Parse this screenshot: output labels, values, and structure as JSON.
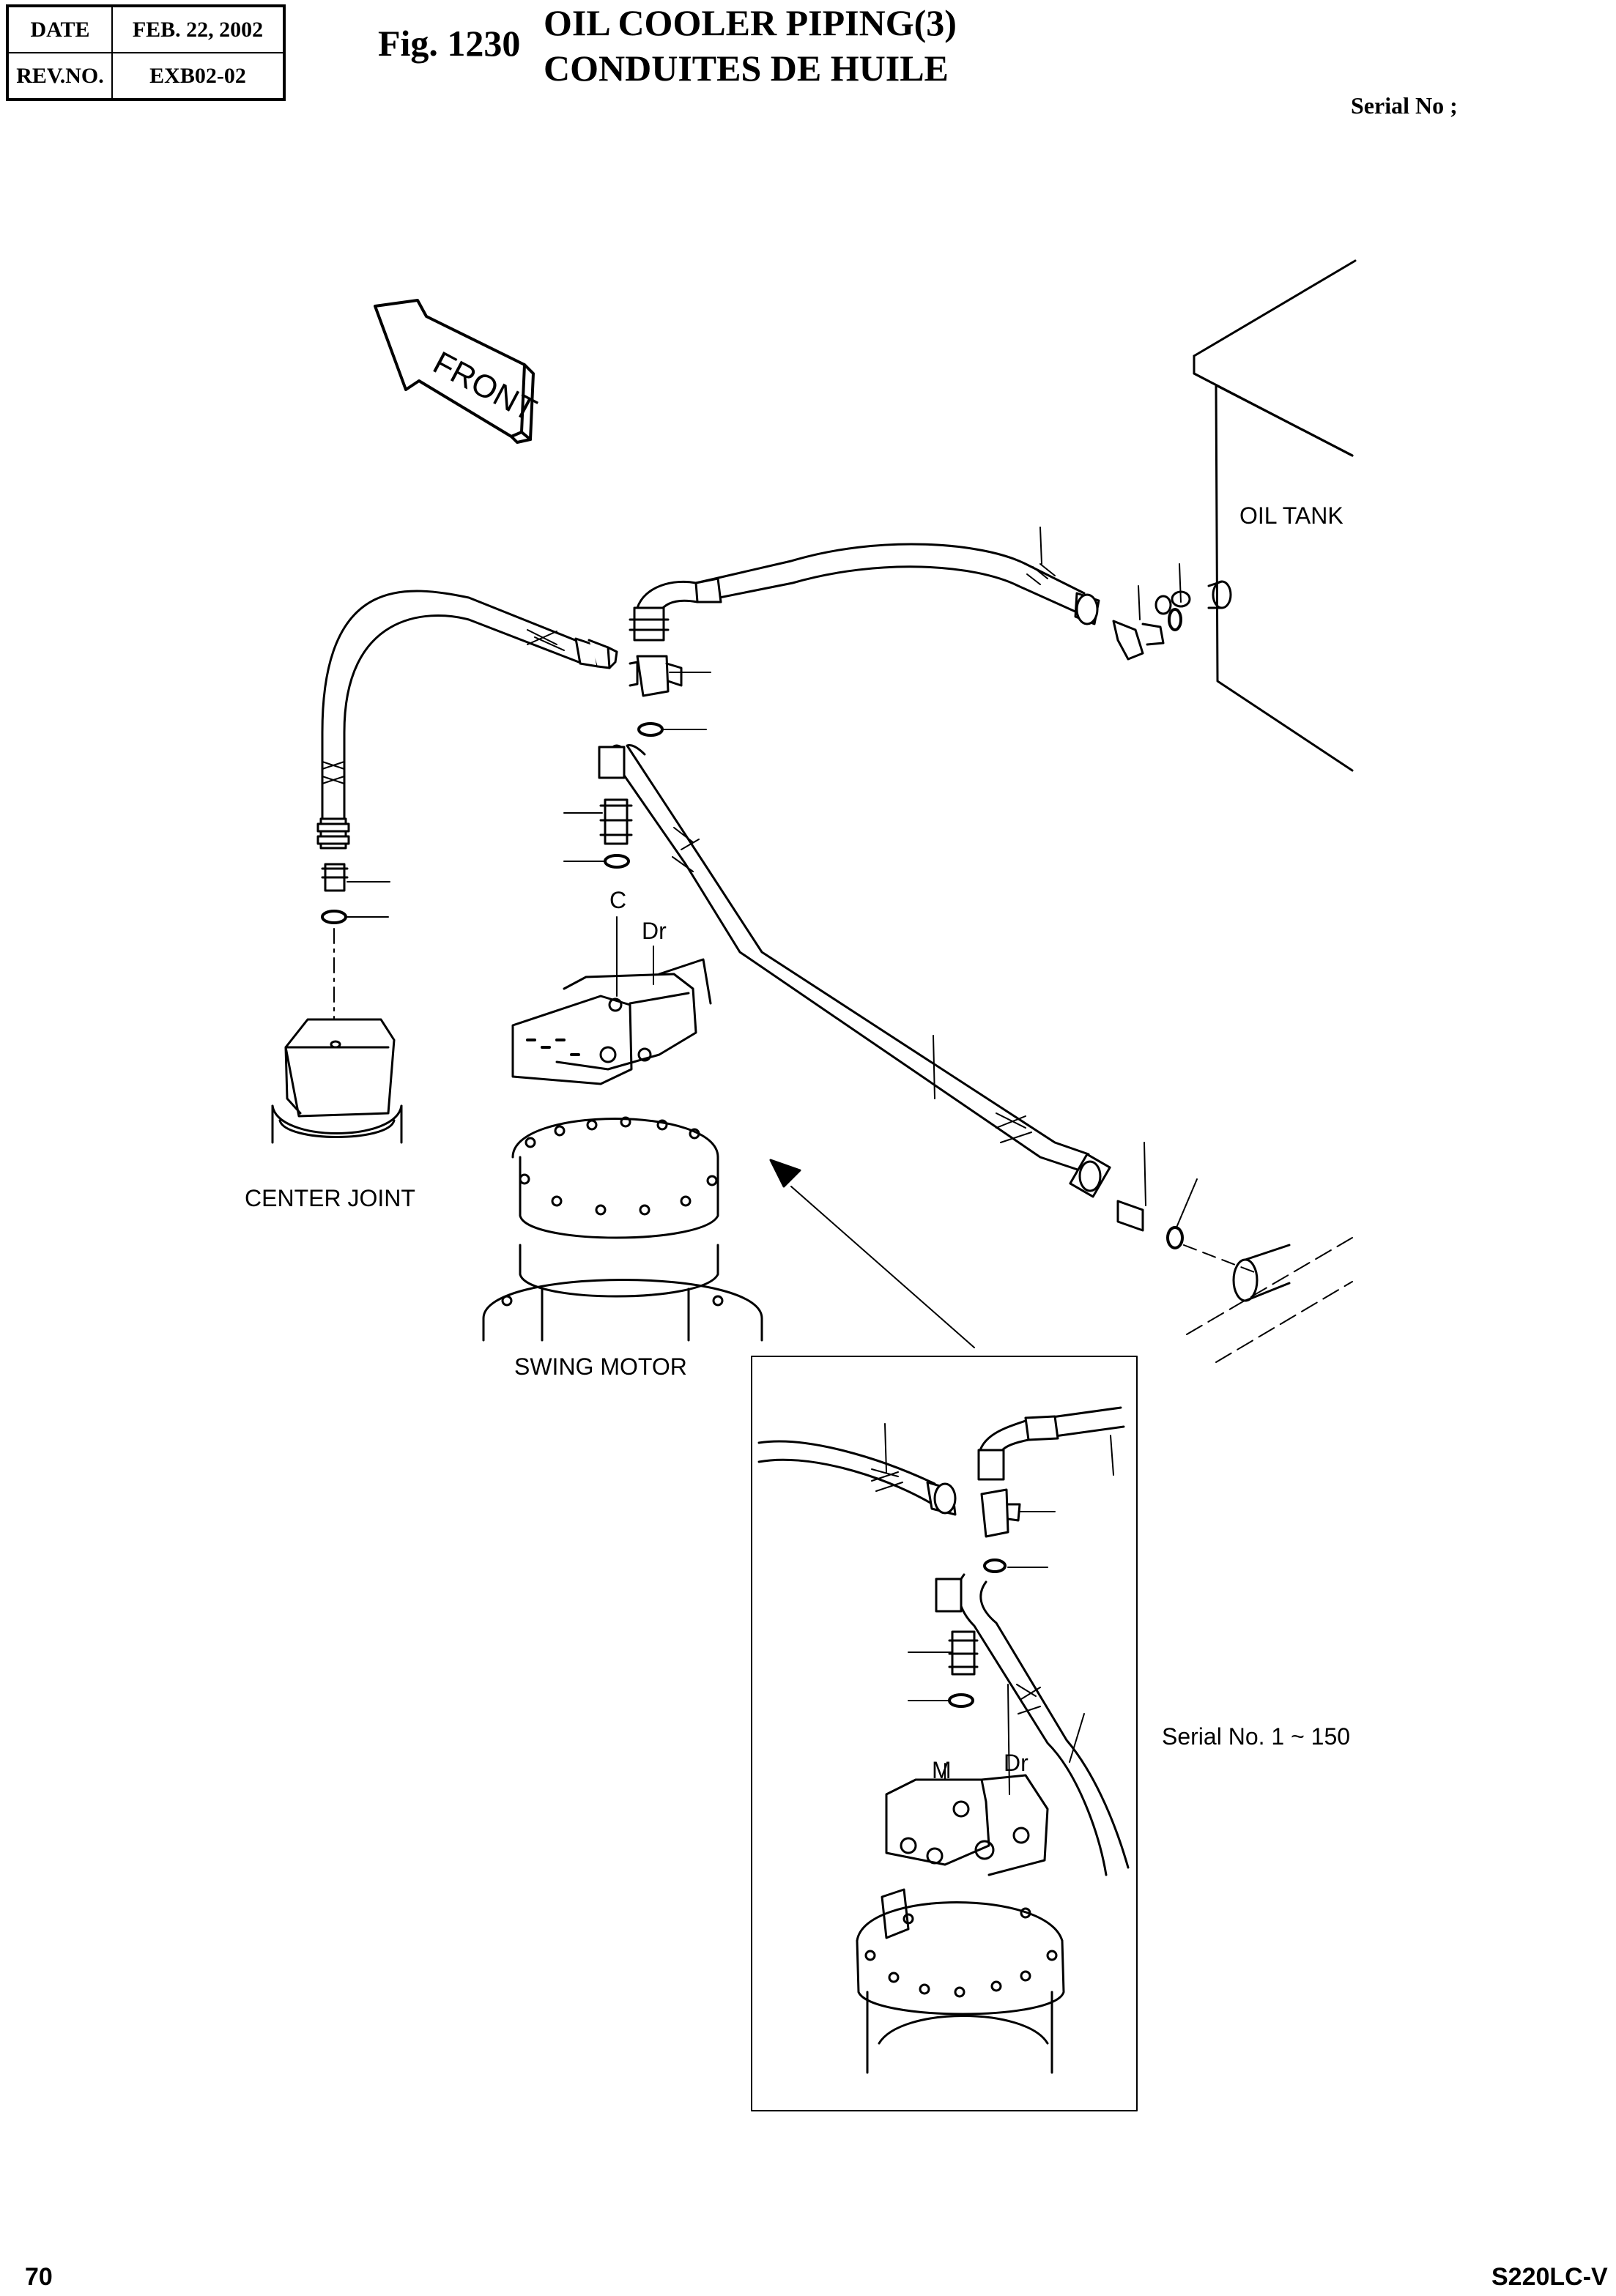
{
  "header": {
    "date_label": "DATE",
    "date_value": "FEB. 22, 2002",
    "rev_label": "REV.NO.",
    "rev_value": "EXB02-02"
  },
  "figure": {
    "number": "Fig. 1230",
    "title_en": "OIL COOLER PIPING(3)",
    "title_fr": "CONDUITES DE HUILE",
    "serial_label": "Serial No ;"
  },
  "labels": {
    "front": "FRONT",
    "oil_tank": "OIL TANK",
    "center_joint": "CENTER JOINT",
    "swing_motor": "SWING MOTOR",
    "port_c": "C",
    "port_dr": "Dr",
    "inset_serial": "Serial No. 1 ~ 150",
    "inset_port_m": "M",
    "inset_port_dr": "Dr"
  },
  "footer": {
    "page_number": "70",
    "model": "S220LC-V"
  }
}
